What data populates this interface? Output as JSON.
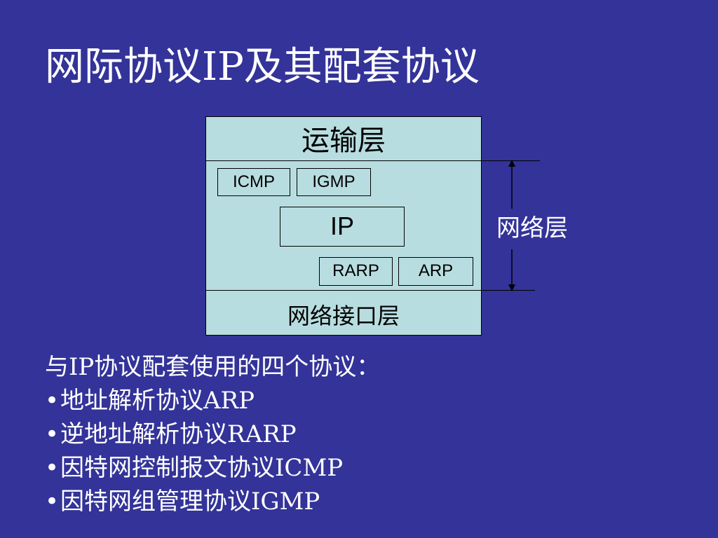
{
  "title": "网际协议IP及其配套协议",
  "diagram": {
    "transport_layer": "运输层",
    "network_interface_layer": "网络接口层",
    "network_layer": "网络层",
    "protocols": {
      "icmp": "ICMP",
      "igmp": "IGMP",
      "ip": "IP",
      "rarp": "RARP",
      "arp": "ARP"
    }
  },
  "body": {
    "intro": "与IP协议配套使用的四个协议：",
    "bullet_char": "•",
    "items": [
      "地址解析协议ARP",
      "逆地址解析协议RARP",
      "因特网控制报文协议ICMP",
      "因特网组管理协议IGMP"
    ]
  }
}
